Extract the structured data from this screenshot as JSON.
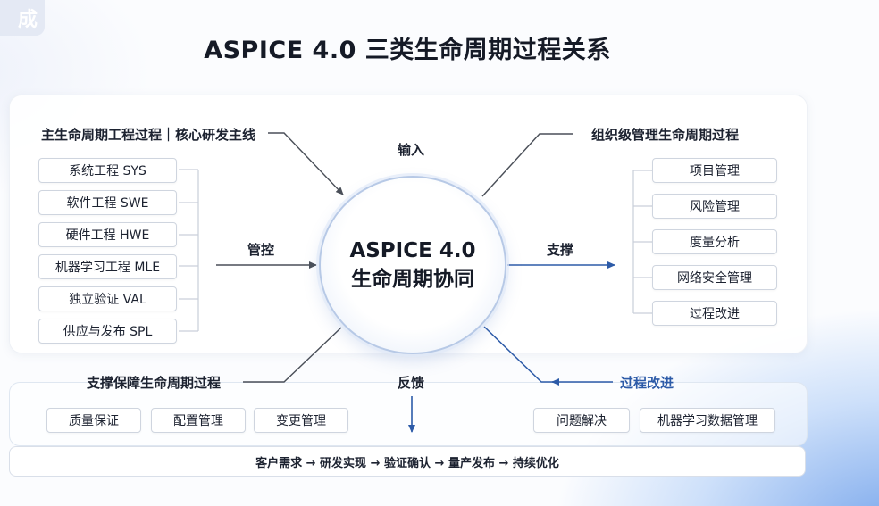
{
  "corner_badge": "成",
  "title": "ASPICE 4.0 三类生命周期过程关系",
  "core": {
    "line1": "ASPICE 4.0",
    "line2": "生命周期协同"
  },
  "edges": {
    "input": "输入",
    "control": "管控",
    "support": "支撑",
    "feedback": "反馈"
  },
  "primary": {
    "title": "主生命周期工程过程｜核心研发主线",
    "items": [
      "系统工程 SYS",
      "软件工程 SWE",
      "硬件工程 HWE",
      "机器学习工程 MLE",
      "独立验证 VAL",
      "供应与发布 SPL"
    ]
  },
  "organizational": {
    "title": "组织级管理生命周期过程",
    "items": [
      "项目管理",
      "风险管理",
      "度量分析",
      "网络安全管理",
      "过程改进"
    ]
  },
  "supporting": {
    "title": "支撑保障生命周期过程",
    "items": [
      "质量保证",
      "配置管理",
      "变更管理"
    ]
  },
  "improvement": {
    "title": "过程改进",
    "items": [
      "问题解决",
      "机器学习数据管理"
    ]
  },
  "flow": "客户需求 → 研发实现 → 验证确认 → 量产发布 → 持续优化",
  "colors": {
    "accent_blue": "#2d5ba8",
    "arrow_gray": "#4a4f58"
  }
}
